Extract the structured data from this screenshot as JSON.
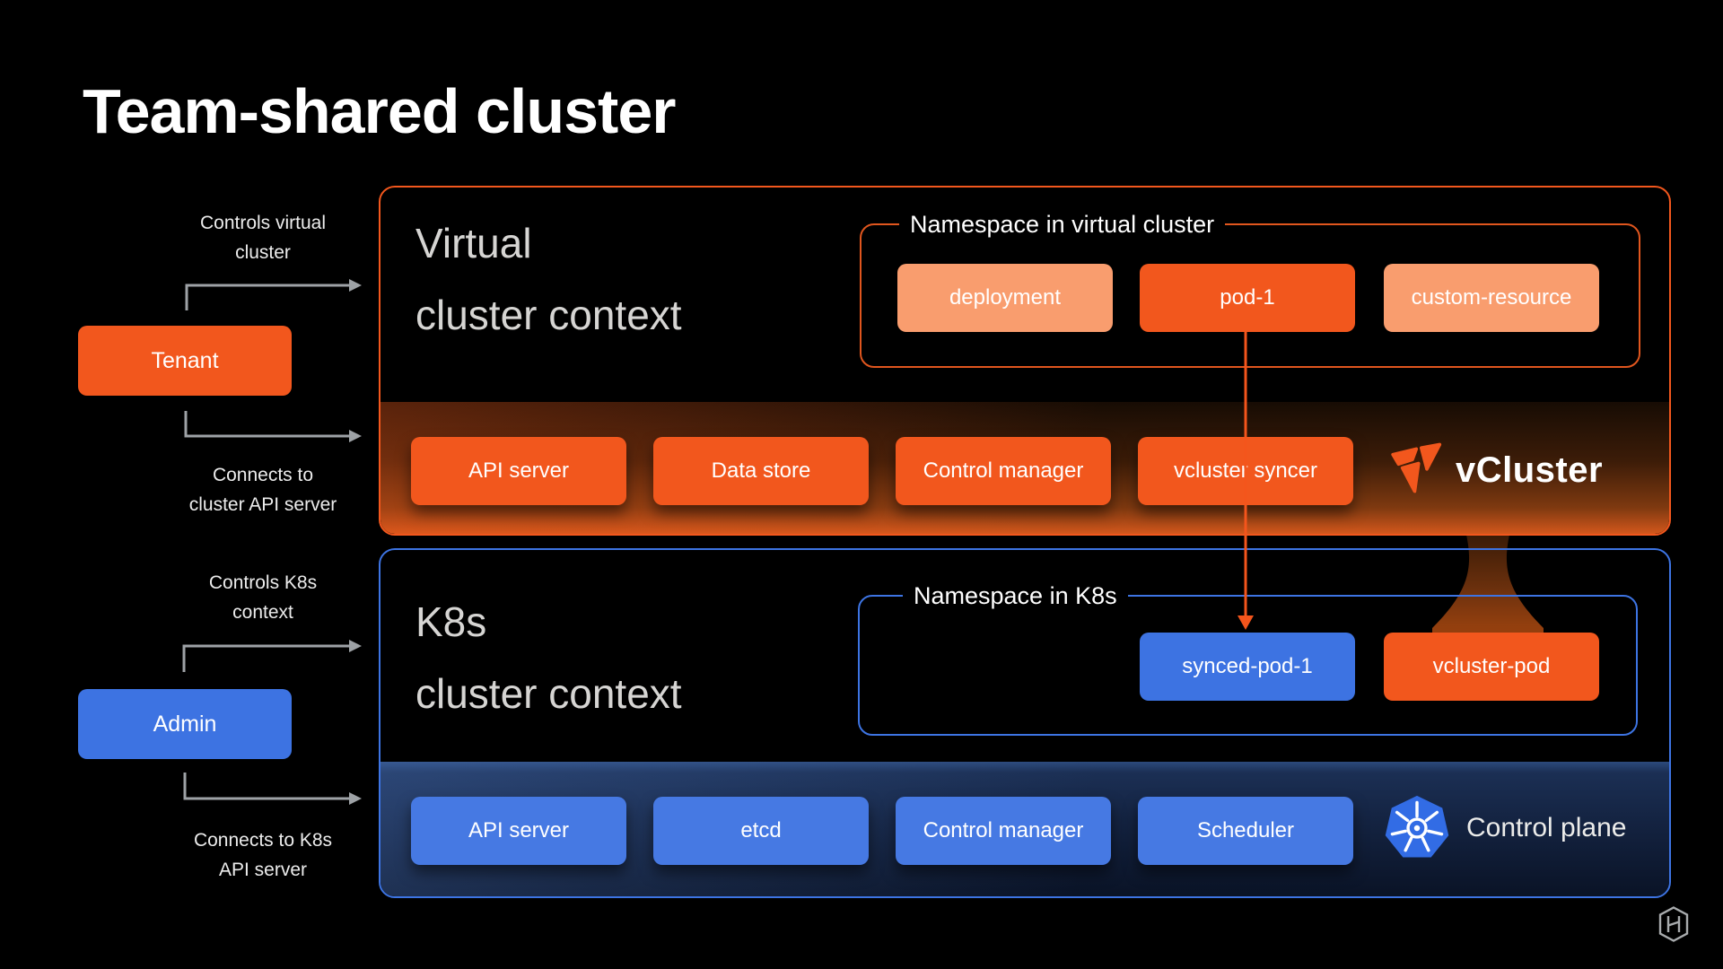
{
  "page": {
    "title": "Team-shared cluster"
  },
  "annotations": {
    "controls_virtual_1": "Controls virtual",
    "controls_virtual_2": "cluster",
    "connects_cluster_1": "Connects to",
    "connects_cluster_2": "cluster API server",
    "controls_k8s_1": "Controls K8s",
    "controls_k8s_2": "context",
    "connects_k8s_1": "Connects to K8s",
    "connects_k8s_2": "API server"
  },
  "actors": {
    "tenant": "Tenant",
    "admin": "Admin"
  },
  "virtual_cluster": {
    "title_1": "Virtual",
    "title_2": "cluster context",
    "namespace": {
      "legend": "Namespace in virtual cluster",
      "items": [
        {
          "label": "deployment"
        },
        {
          "label": "pod-1"
        },
        {
          "label": "custom-resource"
        }
      ]
    },
    "components": [
      "API server",
      "Data store",
      "Control manager",
      "vcluster syncer"
    ],
    "brand": "vCluster"
  },
  "k8s_cluster": {
    "title_1": "K8s",
    "title_2": "cluster context",
    "namespace": {
      "legend": "Namespace in K8s",
      "items": [
        {
          "label": "synced-pod-1"
        },
        {
          "label": "vcluster-pod"
        }
      ]
    },
    "components": [
      "API server",
      "etcd",
      "Control manager",
      "Scheduler"
    ],
    "brand": "Control plane"
  },
  "colors": {
    "orange": "#F2571D",
    "salmon": "#F99D6E",
    "blue": "#3D73E2",
    "blue_button": "#4679E3",
    "k8s_logo_blue": "#326CE5",
    "arrow_gray": "#9EA2A6"
  }
}
